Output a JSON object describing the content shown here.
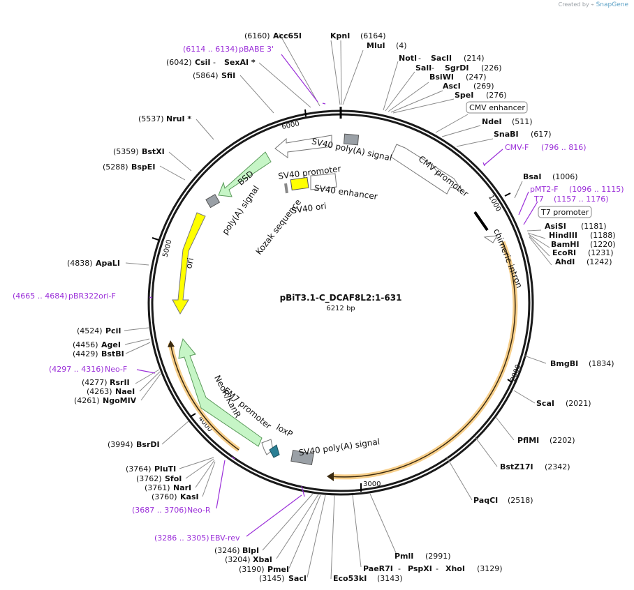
{
  "credit": {
    "prefix": "Created by",
    "brand": "SnapGene"
  },
  "map": {
    "name": "pBiT3.1-C_DCAF8L2:1-631",
    "size_label": "6212 bp"
  },
  "ticks": [
    "1000",
    "2000",
    "3000",
    "4000",
    "5000",
    "6000"
  ],
  "sites_top": [
    {
      "pos": "(6160)",
      "name": "Acc65I"
    },
    {
      "name": "KpnI",
      "pos": "(6164)"
    },
    {
      "name": "MluI",
      "pos": "(4)"
    },
    {
      "name": "NotI",
      "sep": " - ",
      "name2": "SacII",
      "pos": "(214)"
    },
    {
      "name": "SalI",
      "sep": " - ",
      "name2": "SgrDI",
      "pos": "(226)"
    },
    {
      "name": "BsiWI",
      "pos": "(247)"
    },
    {
      "name": "AscI",
      "pos": "(269)"
    },
    {
      "name": "SpeI",
      "pos": "(276)"
    }
  ],
  "sites_right": [
    {
      "name": "NdeI",
      "pos": "(511)"
    },
    {
      "name": "SnaBI",
      "pos": "(617)"
    },
    {
      "name": "BsaI",
      "pos": "(1006)"
    },
    {
      "name": "AsiSI",
      "pos": "(1181)"
    },
    {
      "name": "HindIII",
      "pos": "(1188)"
    },
    {
      "name": "BamHI",
      "pos": "(1220)"
    },
    {
      "name": "EcoRI",
      "pos": "(1231)"
    },
    {
      "name": "AhdI",
      "pos": "(1242)"
    },
    {
      "name": "BmgBI",
      "pos": "(1834)"
    },
    {
      "name": "ScaI",
      "pos": "(2021)"
    },
    {
      "name": "PflMI",
      "pos": "(2202)"
    },
    {
      "name": "BstZ17I",
      "pos": "(2342)"
    },
    {
      "name": "PaqCI",
      "pos": "(2518)"
    }
  ],
  "sites_bottom": [
    {
      "name": "PmlI",
      "pos": "(2991)"
    },
    {
      "name": "PaeR7I",
      "sep": " - ",
      "name2": "PspXI",
      "sep2": " - ",
      "name3": "XhoI",
      "pos": "(3129)"
    },
    {
      "name": "Eco53kI",
      "pos": "(3143)"
    },
    {
      "pos": "(3145)",
      "name": "SacI"
    },
    {
      "pos": "(3190)",
      "name": "PmeI"
    },
    {
      "pos": "(3204)",
      "name": "XbaI"
    },
    {
      "pos": "(3246)",
      "name": "BlpI"
    }
  ],
  "sites_left": [
    {
      "pos": "(6042)",
      "name": "CsiI",
      "sep": " - ",
      "name2": "SexAI *"
    },
    {
      "pos": "(5864)",
      "name": "SfiI"
    },
    {
      "pos": "(5537)",
      "name": "NruI *"
    },
    {
      "pos": "(5359)",
      "name": "BstXI"
    },
    {
      "pos": "(5288)",
      "name": "BspEI"
    },
    {
      "pos": "(4838)",
      "name": "ApaLI"
    },
    {
      "pos": "(4524)",
      "name": "PciI"
    },
    {
      "pos": "(4456)",
      "name": "AgeI"
    },
    {
      "pos": "(4429)",
      "name": "BstBI"
    },
    {
      "pos": "(4277)",
      "name": "RsrII"
    },
    {
      "pos": "(4263)",
      "name": "NaeI"
    },
    {
      "pos": "(4261)",
      "name": "NgoMIV"
    },
    {
      "pos": "(3994)",
      "name": "BsrDI"
    },
    {
      "pos": "(3764)",
      "name": "PluTI"
    },
    {
      "pos": "(3762)",
      "name": "SfoI"
    },
    {
      "pos": "(3761)",
      "name": "NarI"
    },
    {
      "pos": "(3760)",
      "name": "KasI"
    }
  ],
  "primers": [
    {
      "range": "(6114 .. 6134)",
      "name": "pBABE 3'"
    },
    {
      "range": "(796 .. 816)",
      "name": "CMV-F"
    },
    {
      "range": "(1096 .. 1115)",
      "name": "pMT2-F"
    },
    {
      "range": "(1157 .. 1176)",
      "name": "T7"
    },
    {
      "range": "(4665 .. 4684)",
      "name": "pBR322ori-F"
    },
    {
      "range": "(4297 .. 4316)",
      "name": "Neo-F"
    },
    {
      "range": "(3687 .. 3706)",
      "name": "Neo-R"
    },
    {
      "range": "(3286 .. 3305)",
      "name": "EBV-rev"
    }
  ],
  "boxed_labels": [
    "CMV enhancer",
    "T7 promoter"
  ],
  "features": [
    "CMV promoter",
    "chimeric intron",
    "SV40 poly(A) signal",
    "SV40 promoter",
    "SV40 enhancer",
    "SV40 ori",
    "Kozak sequence",
    "BSD",
    "poly(A) signal",
    "ori",
    "NeoR/KanR",
    "EM7 promoter",
    "loxP",
    "SV40 poly(A) signal"
  ],
  "colors": {
    "primer": "#9b30d9",
    "ori": "#ffff00",
    "resistance": "#c6f5c6",
    "orf_highlight": "#f5c77a",
    "gray_feature": "#9aa0a6"
  }
}
